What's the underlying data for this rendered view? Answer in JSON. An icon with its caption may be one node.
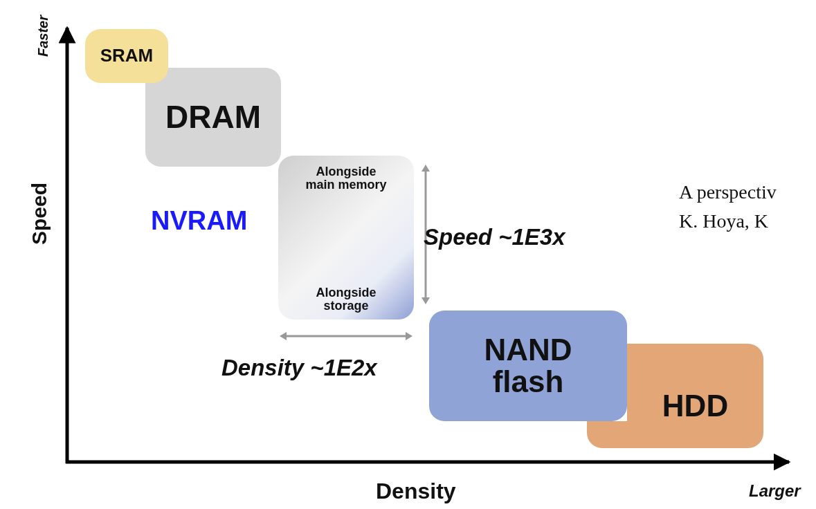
{
  "diagram": {
    "nodes": [
      {
        "text": [
          "SRAM"
        ]
      },
      {
        "text": [
          "DRAM"
        ]
      },
      {
        "text": [
          "Alongside main memory",
          "Alongside storage"
        ],
        "beside": [
          "NVRAM"
        ]
      },
      {
        "text": [
          "NAND flash"
        ]
      },
      {
        "text": [
          "HDD"
        ]
      }
    ],
    "labels": [
      "Faster",
      "Speed",
      "Speed ~1E3x",
      "Density ~1E2x",
      "Density",
      "Larger",
      "A perspectiv",
      "K. Hoya, K"
    ]
  }
}
